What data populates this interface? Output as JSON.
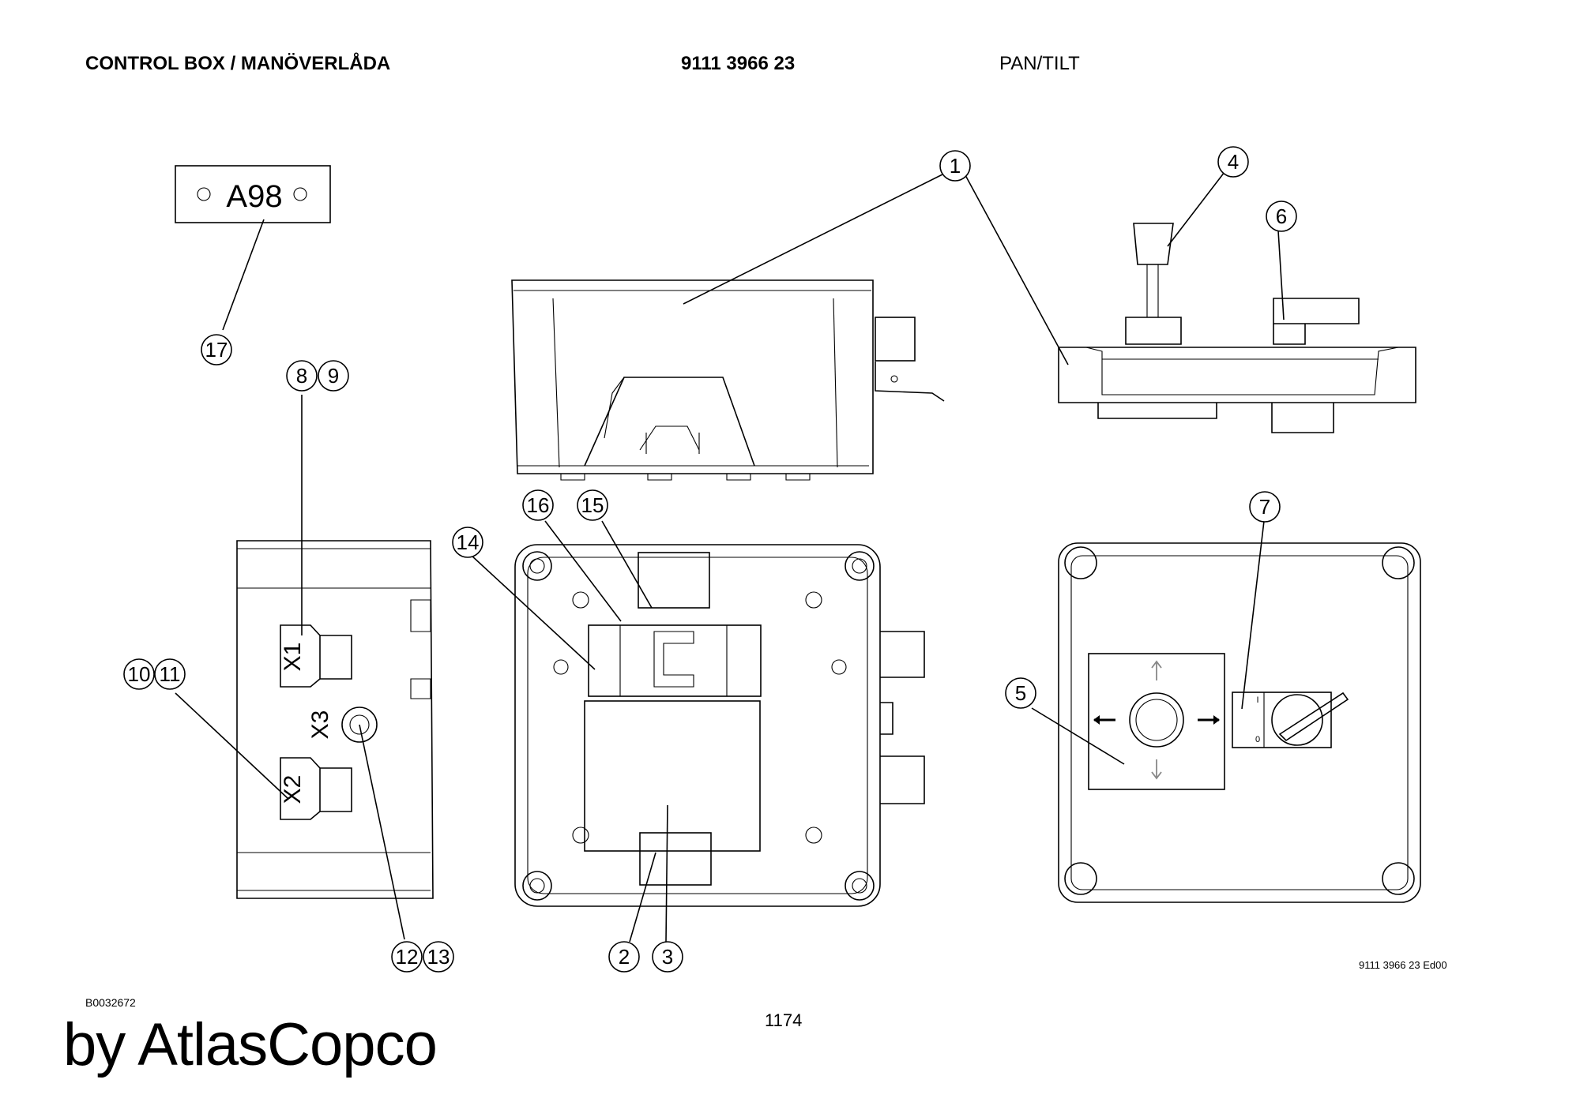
{
  "header": {
    "title": "CONTROL BOX / MANÖVERLÅDA",
    "part_number": "9111 3966 23",
    "subtitle": "PAN/TILT"
  },
  "footer": {
    "drawing_ref": "B0032672",
    "brand": "by AtlasCopco",
    "page_number": "1174",
    "edition": "9111 3966 23 Ed00"
  },
  "labels": {
    "nameplate": "A98",
    "connector_x1": "X1",
    "connector_x2": "X2",
    "connector_x3": "X3"
  },
  "callouts": [
    "1",
    "2",
    "3",
    "4",
    "5",
    "6",
    "7",
    "8",
    "9",
    "10",
    "11",
    "12",
    "13",
    "14",
    "15",
    "16",
    "17"
  ],
  "switch_marks": {
    "on": "I",
    "off": "0"
  }
}
